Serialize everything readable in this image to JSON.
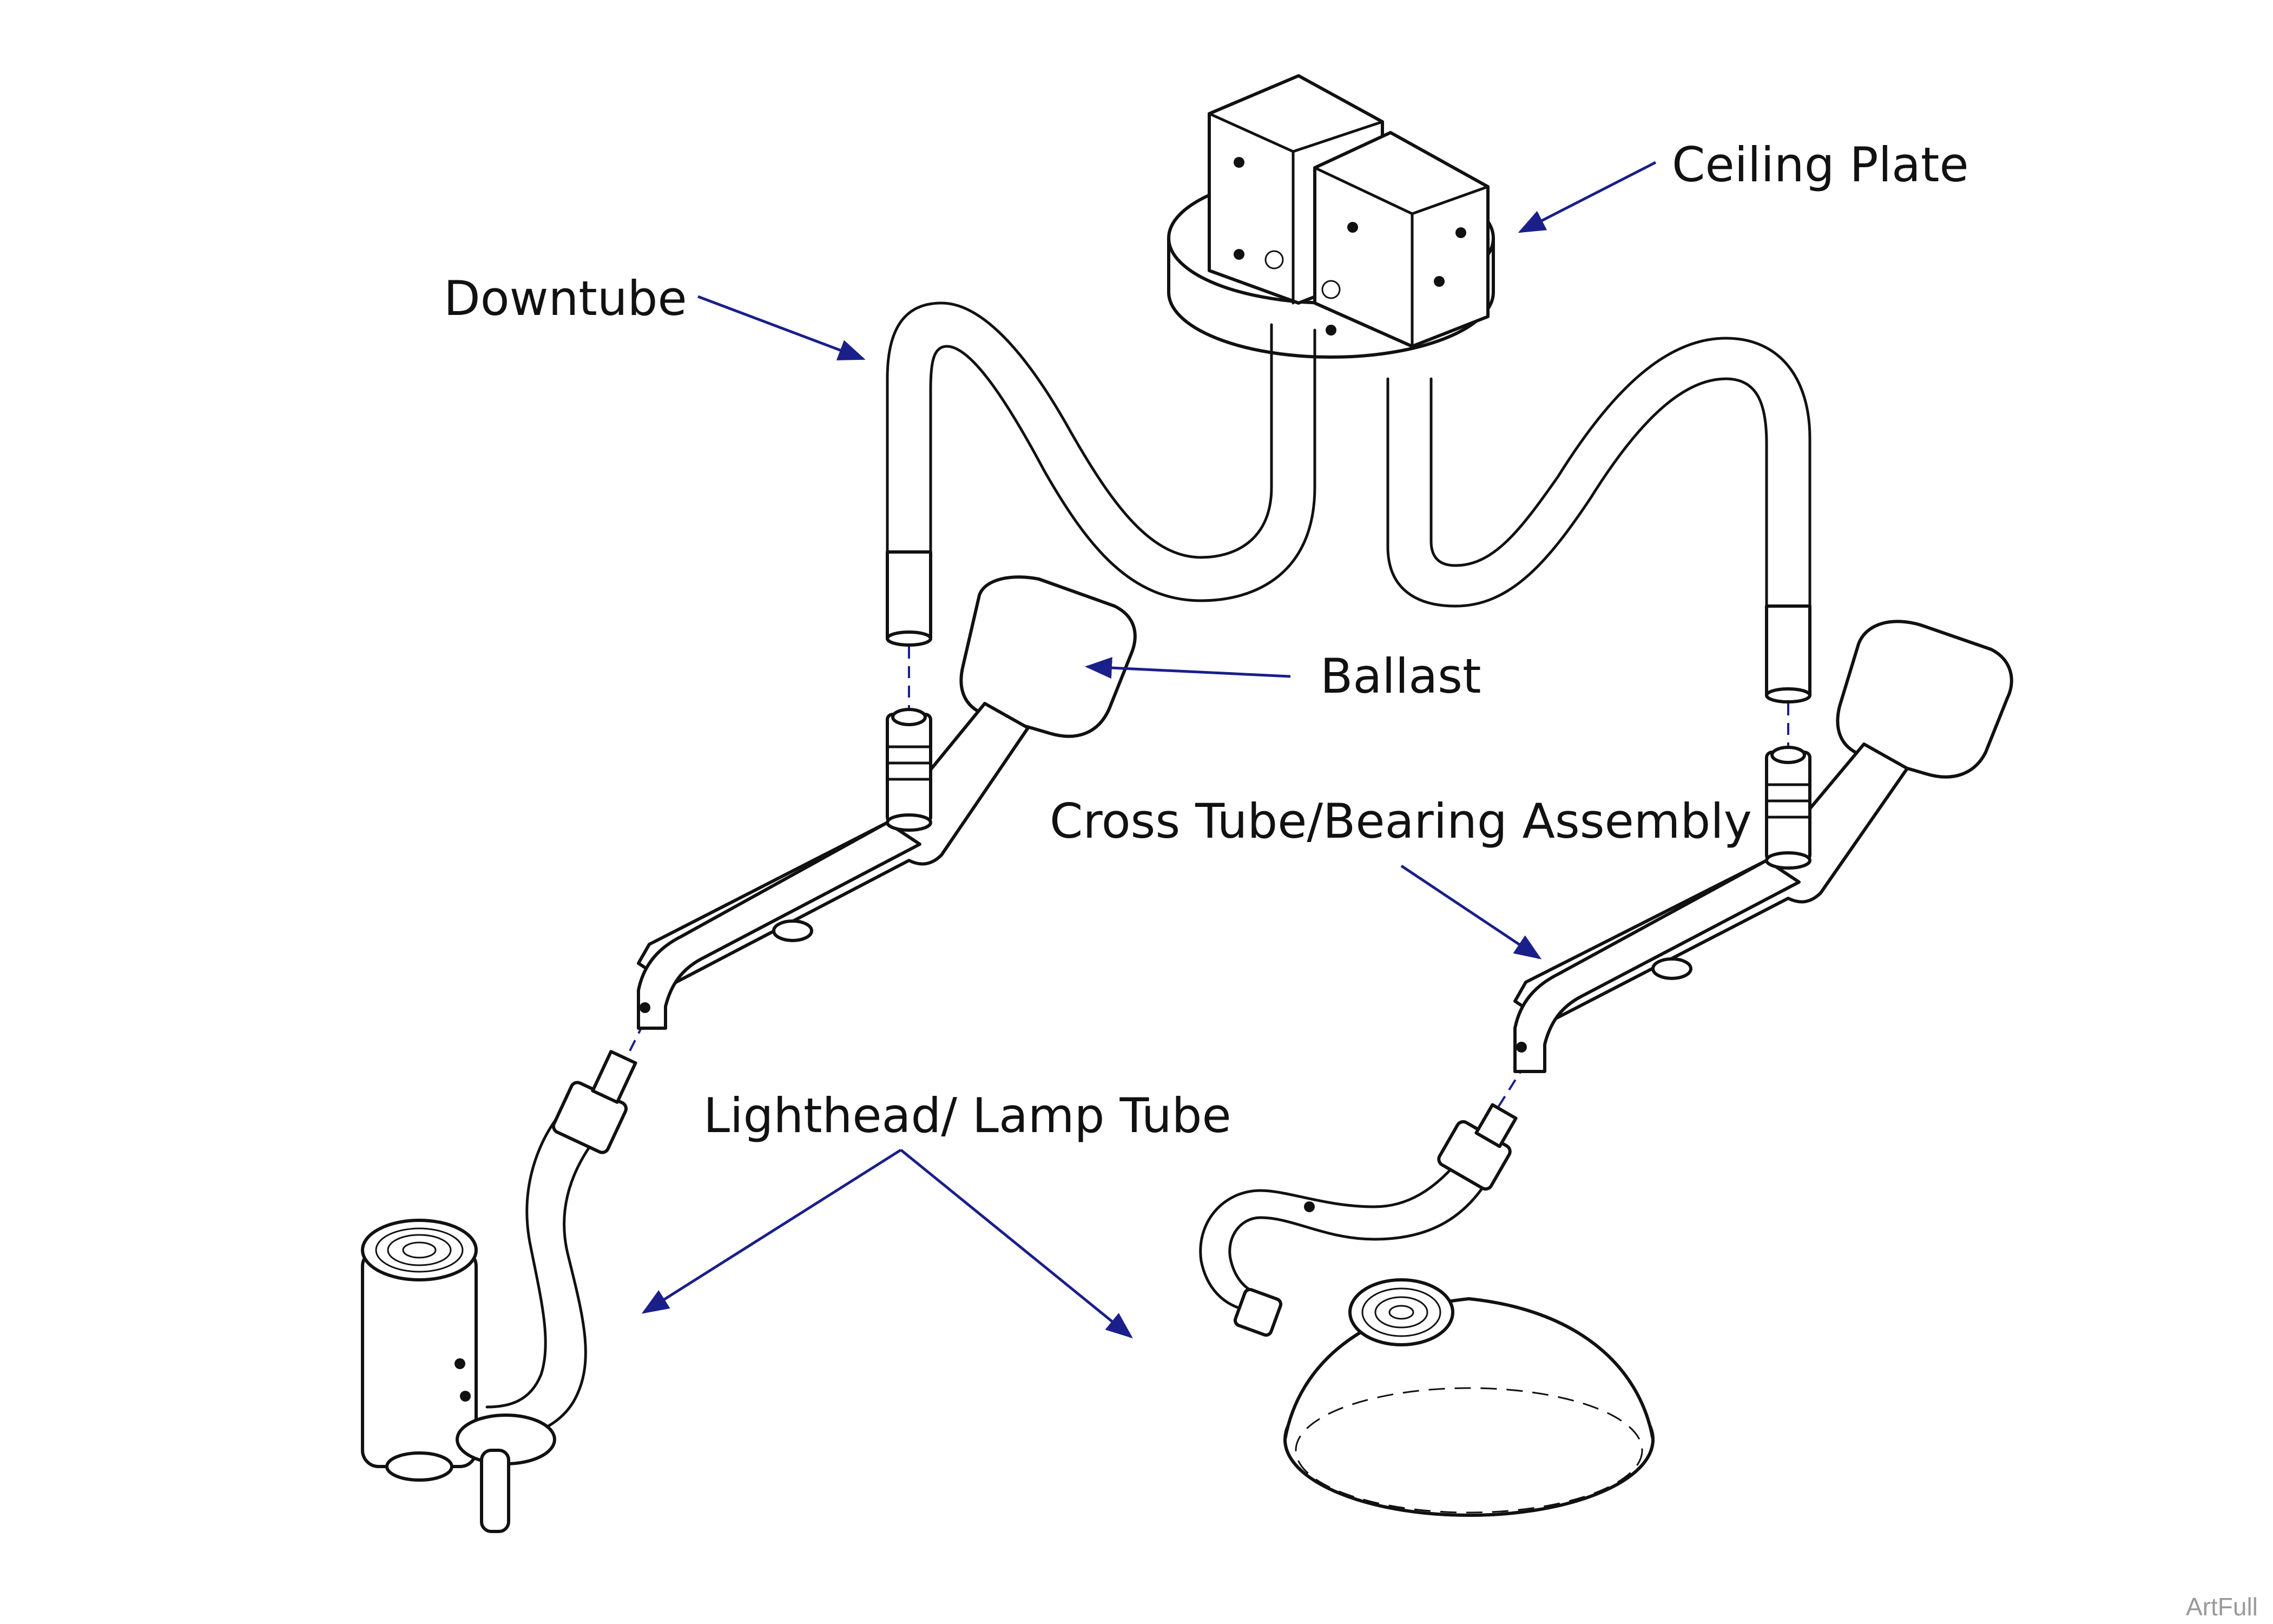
{
  "labels": {
    "ceiling_plate": "Ceiling Plate",
    "downtube": "Downtube",
    "ballast": "Ballast",
    "cross_tube": "Cross Tube/Bearing Assembly",
    "lighthead": "Lighthead/ Lamp Tube"
  },
  "watermark": "ArtFull",
  "colors": {
    "arrow": "#1a1f8a",
    "outline": "#111111",
    "background": "#ffffff"
  }
}
